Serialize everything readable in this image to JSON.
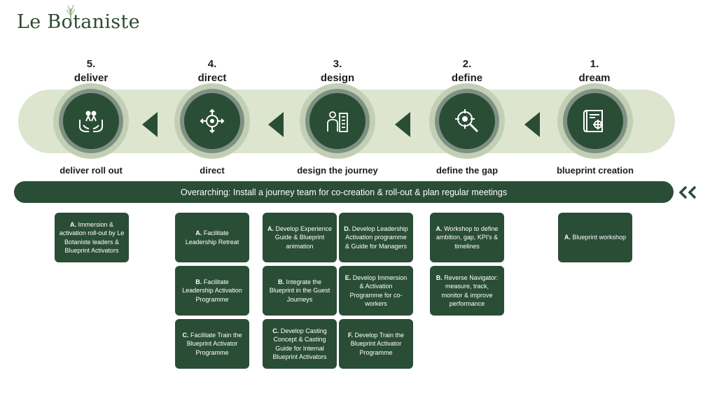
{
  "brand": {
    "name": "Le Botaniste"
  },
  "colors": {
    "dark_green": "#2a4d36",
    "band": "#dde5cf",
    "ring": "#c2cfb5"
  },
  "phases": [
    {
      "number": "5.",
      "name": "deliver",
      "subtitle": "deliver roll out",
      "icon": "hands-people-icon",
      "tasks": [
        {
          "letter": "A.",
          "text": "Immersion & activation roll-out by Le Botaniste leaders & Blueprint Activators"
        }
      ]
    },
    {
      "number": "4.",
      "name": "direct",
      "subtitle": "direct",
      "icon": "crosshair-arrows-icon",
      "tasks": [
        {
          "letter": "A.",
          "text": "Facilitate Leadership Retreat"
        },
        {
          "letter": "B.",
          "text": "Facilitate Leadership Activation Programme"
        },
        {
          "letter": "C.",
          "text": "Facilitate Train the Blueprint Activator Programme"
        }
      ]
    },
    {
      "number": "3.",
      "name": "design",
      "subtitle": "design the journey",
      "icon": "people-building-icon",
      "tasks": [
        {
          "letter": "A.",
          "text": "Develop Experience Guide & Blueprint animation"
        },
        {
          "letter": "B.",
          "text": "Integrate the Blueprint in the Guest Journeys"
        },
        {
          "letter": "C.",
          "text": "Develop Casting Concept & Casting Guide for Internal Blueprint Activators"
        },
        {
          "letter": "D.",
          "text": "Develop Leadership Activation programme & Guide for Managers"
        },
        {
          "letter": "E.",
          "text": "Develop Immersion & Activation Programme for co-workers"
        },
        {
          "letter": "F.",
          "text": "Develop Train the Blueprint Activator Programme"
        }
      ]
    },
    {
      "number": "2.",
      "name": "define",
      "subtitle": "define the gap",
      "icon": "target-magnifier-icon",
      "tasks": [
        {
          "letter": "A.",
          "text": "Workshop to define ambition, gap, KPI's & timelines"
        },
        {
          "letter": "B.",
          "text": "Reverse Navigator: measure, track, monitor & improve performance"
        }
      ]
    },
    {
      "number": "1.",
      "name": "dream",
      "subtitle": "blueprint creation",
      "icon": "blueprint-scroll-icon",
      "tasks": [
        {
          "letter": "A.",
          "text": "Blueprint workshop"
        }
      ]
    }
  ],
  "overarching": "Overarching: Install a journey team for co-creation & roll-out & plan regular meetings",
  "chevron_symbol": "<<"
}
